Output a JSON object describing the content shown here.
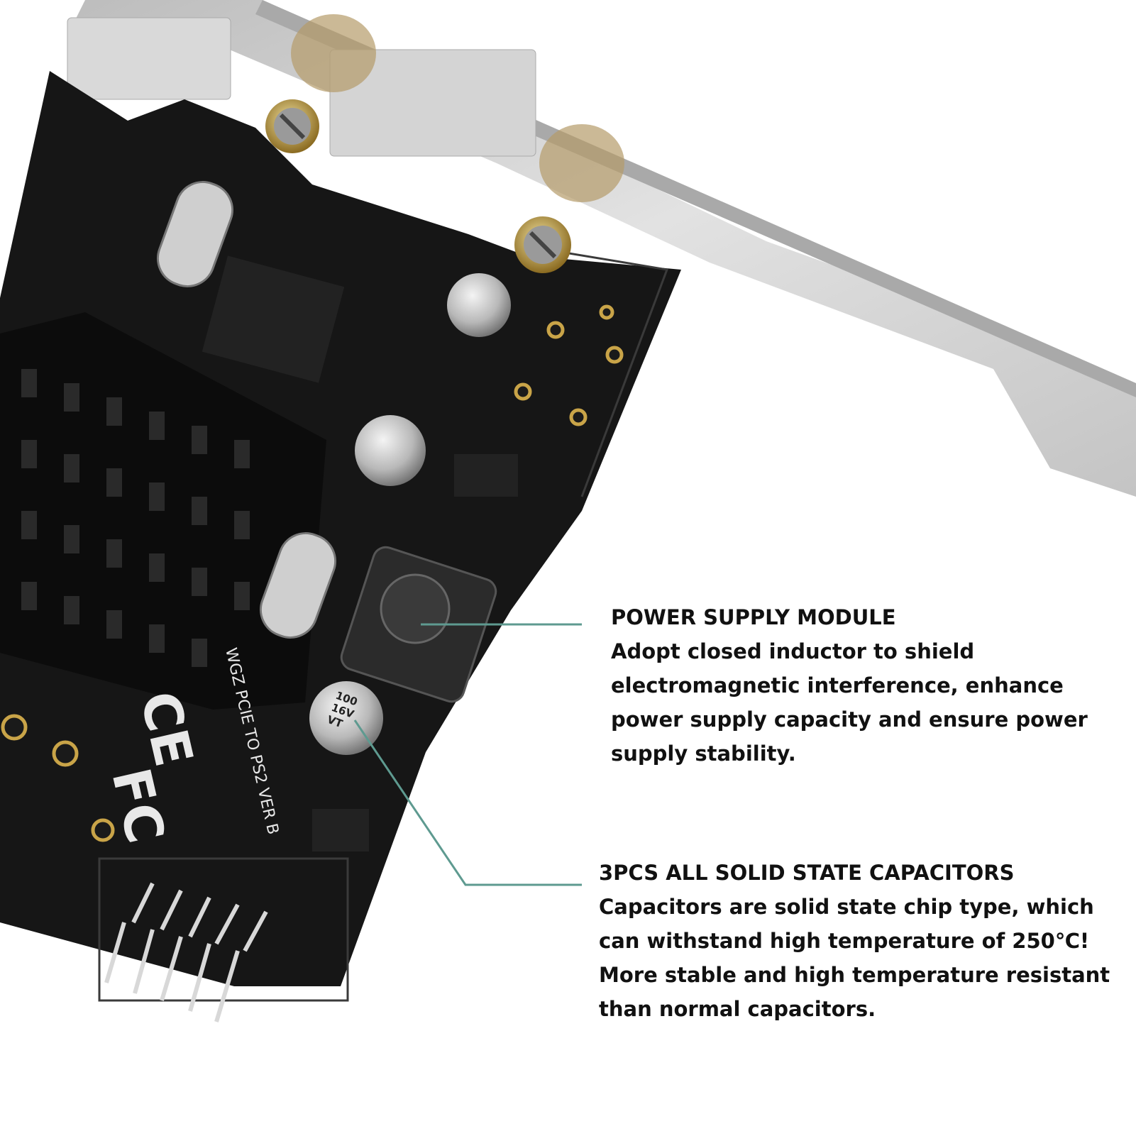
{
  "callouts": {
    "power": {
      "title": "POWER SUPPLY MODULE",
      "body": "Adopt closed inductor to shield electromagnetic interference, enhance power supply capacity and ensure power supply stability."
    },
    "capacitors": {
      "title": "3PCS ALL SOLID STATE CAPACITORS",
      "body": "Capacitors are solid state chip type, which can withstand high temperature of 250℃! More stable and high temperature resistant than normal capacitors."
    }
  },
  "board": {
    "silkscreen": "WGZ PCIE TO PS2 VER B",
    "capacitor_marking": [
      "100",
      "16V",
      "VT"
    ],
    "marks": [
      "CE",
      "FC"
    ]
  },
  "colors": {
    "pcb": "#161616",
    "bracket": "#cfcfcf",
    "leader_line": "#5e9a90",
    "text": "#111111"
  }
}
